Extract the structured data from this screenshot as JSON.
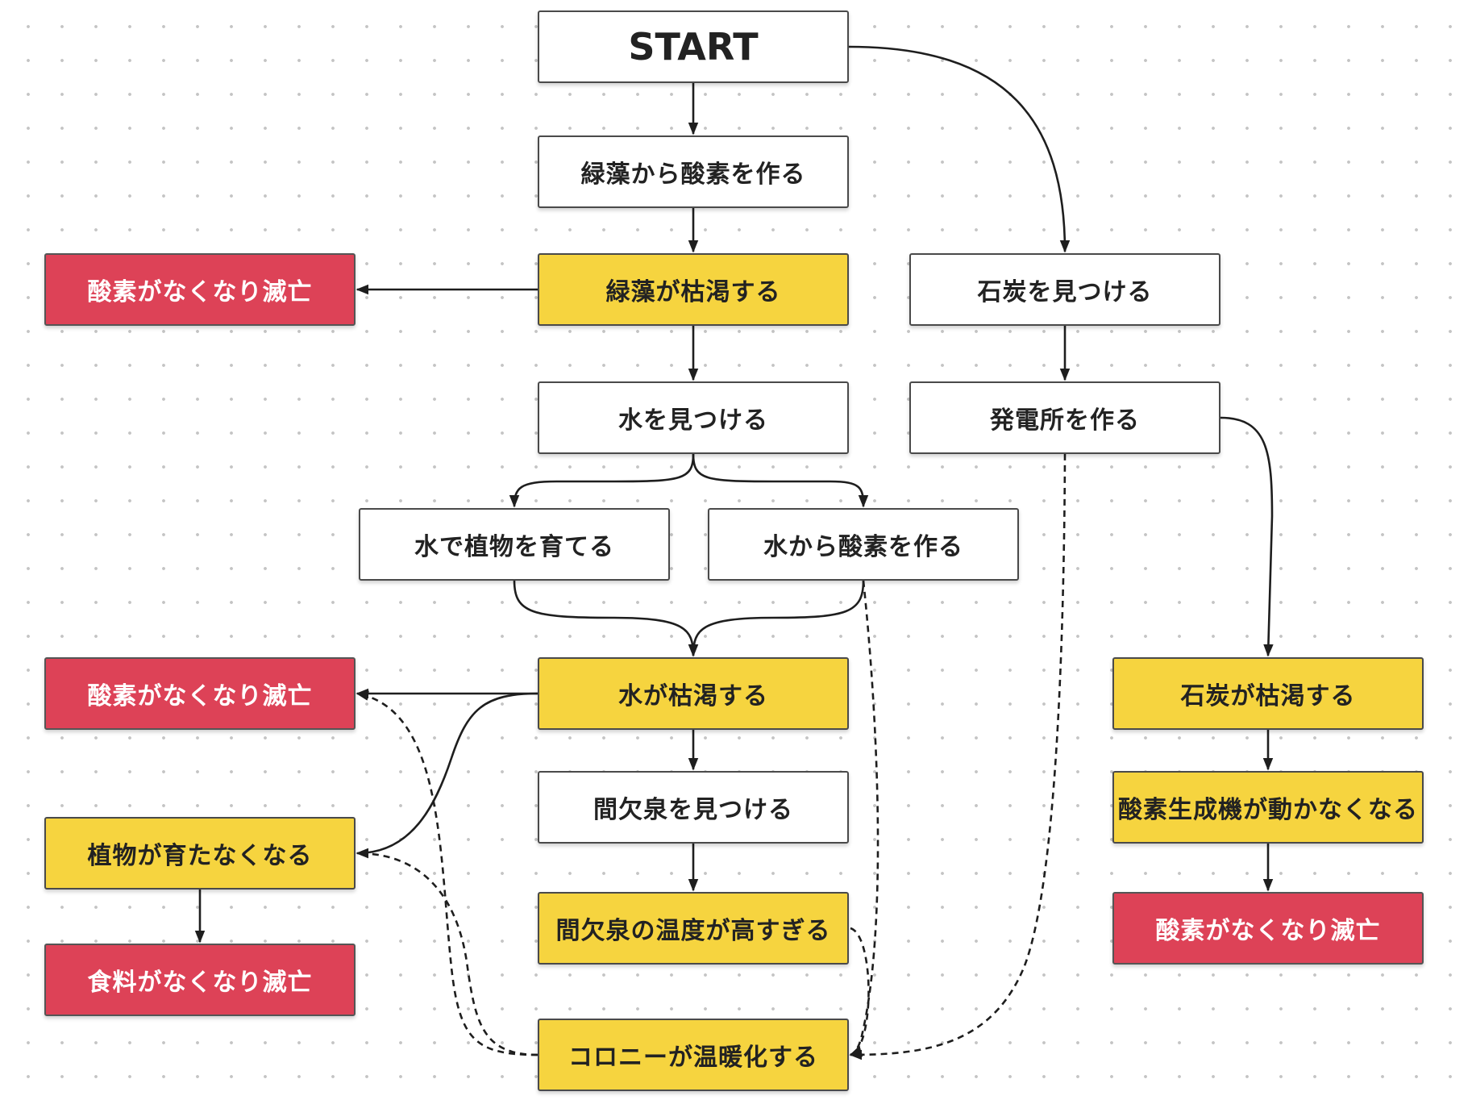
{
  "diagram": {
    "colors": {
      "default": "#ffffff",
      "warning": "#f6d43f",
      "death": "#dd4257",
      "edge": "#1e1e1e",
      "border": "#4a4a4a"
    },
    "nodes": [
      {
        "id": "start",
        "label": "START",
        "kind": "default"
      },
      {
        "id": "algae_o2",
        "label": "緑藻から酸素を作る",
        "kind": "default"
      },
      {
        "id": "algae_out",
        "label": "緑藻が枯渇する",
        "kind": "warning"
      },
      {
        "id": "death1",
        "label": "酸素がなくなり滅亡",
        "kind": "death"
      },
      {
        "id": "find_water",
        "label": "水を見つける",
        "kind": "default"
      },
      {
        "id": "grow_plants",
        "label": "水で植物を育てる",
        "kind": "default"
      },
      {
        "id": "water_o2",
        "label": "水から酸素を作る",
        "kind": "default"
      },
      {
        "id": "water_out",
        "label": "水が枯渇する",
        "kind": "warning"
      },
      {
        "id": "death2",
        "label": "酸素がなくなり滅亡",
        "kind": "death"
      },
      {
        "id": "plants_fail",
        "label": "植物が育たなくなる",
        "kind": "warning"
      },
      {
        "id": "death_food",
        "label": "食料がなくなり滅亡",
        "kind": "death"
      },
      {
        "id": "find_geyser",
        "label": "間欠泉を見つける",
        "kind": "default"
      },
      {
        "id": "geyser_hot",
        "label": "間欠泉の温度が高すぎる",
        "kind": "warning"
      },
      {
        "id": "colony_warm",
        "label": "コロニーが温暖化する",
        "kind": "warning"
      },
      {
        "id": "find_coal",
        "label": "石炭を見つける",
        "kind": "default"
      },
      {
        "id": "power_plant",
        "label": "発電所を作る",
        "kind": "default"
      },
      {
        "id": "coal_out",
        "label": "石炭が枯渇する",
        "kind": "warning"
      },
      {
        "id": "o2_gen_stop",
        "label": "酸素生成機が動かなくなる",
        "kind": "warning"
      },
      {
        "id": "death3",
        "label": "酸素がなくなり滅亡",
        "kind": "death"
      }
    ],
    "edges": [
      {
        "from": "start",
        "to": "algae_o2",
        "style": "solid"
      },
      {
        "from": "start",
        "to": "find_coal",
        "style": "solid"
      },
      {
        "from": "algae_o2",
        "to": "algae_out",
        "style": "solid"
      },
      {
        "from": "algae_out",
        "to": "death1",
        "style": "solid"
      },
      {
        "from": "algae_out",
        "to": "find_water",
        "style": "solid"
      },
      {
        "from": "find_water",
        "to": "grow_plants",
        "style": "solid"
      },
      {
        "from": "find_water",
        "to": "water_o2",
        "style": "solid"
      },
      {
        "from": "grow_plants",
        "to": "water_out",
        "style": "solid"
      },
      {
        "from": "water_o2",
        "to": "water_out",
        "style": "solid"
      },
      {
        "from": "water_o2",
        "to": "colony_warm",
        "style": "dashed"
      },
      {
        "from": "water_out",
        "to": "death2",
        "style": "solid"
      },
      {
        "from": "water_out",
        "to": "plants_fail",
        "style": "solid"
      },
      {
        "from": "water_out",
        "to": "find_geyser",
        "style": "solid"
      },
      {
        "from": "plants_fail",
        "to": "death_food",
        "style": "solid"
      },
      {
        "from": "find_geyser",
        "to": "geyser_hot",
        "style": "solid"
      },
      {
        "from": "geyser_hot",
        "to": "colony_warm",
        "style": "dashed"
      },
      {
        "from": "colony_warm",
        "to": "death2",
        "style": "dashed"
      },
      {
        "from": "colony_warm",
        "to": "plants_fail",
        "style": "dashed"
      },
      {
        "from": "find_coal",
        "to": "power_plant",
        "style": "solid"
      },
      {
        "from": "power_plant",
        "to": "coal_out",
        "style": "solid"
      },
      {
        "from": "power_plant",
        "to": "colony_warm",
        "style": "dashed"
      },
      {
        "from": "coal_out",
        "to": "o2_gen_stop",
        "style": "solid"
      },
      {
        "from": "o2_gen_stop",
        "to": "death3",
        "style": "solid"
      }
    ]
  }
}
